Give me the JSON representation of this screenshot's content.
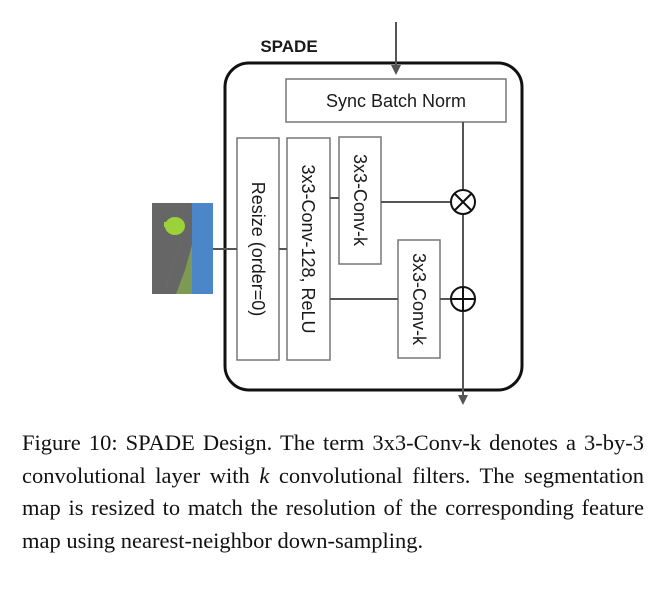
{
  "diagram": {
    "module_title": "SPADE",
    "sync_batch_norm_label": "Sync Batch Norm",
    "resize_label": "Resize (order=0)",
    "conv128_label": "3x3-Conv-128, ReLU",
    "conv_k_top_label": "3x3-Conv-k",
    "conv_k_bottom_label": "3x3-Conv-k",
    "multiply_symbol": "⊗",
    "add_symbol": "⊕",
    "segmap_colors": {
      "blue": "#4b86c8",
      "gray": "#666666",
      "olive": "#7d9a55",
      "green": "#9bd23a"
    }
  },
  "caption": {
    "figure_label": "Figure 10:",
    "text_part1": " SPADE Design. The term 3x3-Conv-k denotes a 3-by-3 convolutional layer with ",
    "variable": "k",
    "text_part2": " convolutional filters. The segmentation map is resized to match the resolution of the corresponding feature map using nearest-neighbor down-sampling."
  }
}
